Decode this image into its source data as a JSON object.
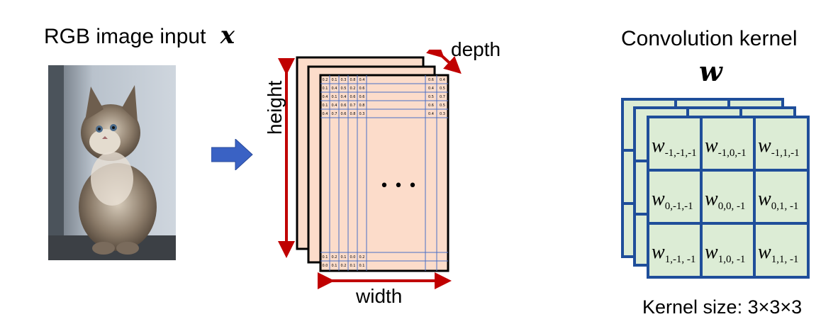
{
  "left": {
    "title": "RGB image input",
    "symbol": "x"
  },
  "tensor": {
    "depth_label": "depth",
    "height_label": "height",
    "width_label": "width",
    "ellipsis": "• • •",
    "top_rows": [
      [
        "0.2",
        "0.1",
        "0.3",
        "0.8",
        "0.4",
        "0.6",
        "0.4"
      ],
      [
        "0.1",
        "0.4",
        "0.5",
        "0.2",
        "0.6",
        "0.4",
        "0.5"
      ],
      [
        "0.4",
        "0.1",
        "0.4",
        "0.6",
        "0.6",
        "0.5",
        "0.7"
      ],
      [
        "0.1",
        "0.4",
        "0.6",
        "0.7",
        "0.8",
        "0.6",
        "0.5"
      ],
      [
        "0.4",
        "0.7",
        "0.6",
        "0.8",
        "0.3",
        "0.4",
        "0.3"
      ]
    ],
    "bottom_rows": [
      [
        "0.1",
        "0.2",
        "0.1",
        "0.0",
        "0.2"
      ],
      [
        "0.0",
        "0.1",
        "0.2",
        "0.1",
        "0.1"
      ]
    ]
  },
  "kernel": {
    "title": "Convolution kernel",
    "symbol": "w",
    "size_label": "Kernel size: 3×3×3",
    "cells": [
      [
        {
          "base": "w",
          "sub": "-1,-1,-1"
        },
        {
          "base": "w",
          "sub": "-1,0,-1"
        },
        {
          "base": "w",
          "sub": "-1,1,-1"
        }
      ],
      [
        {
          "base": "w",
          "sub": "0,-1,-1"
        },
        {
          "base": "w",
          "sub": "0,0, -1"
        },
        {
          "base": "w",
          "sub": "0,1, -1"
        }
      ],
      [
        {
          "base": "w",
          "sub": "1,-1, -1"
        },
        {
          "base": "w",
          "sub": "1,0, -1"
        },
        {
          "base": "w",
          "sub": "1,1, -1"
        }
      ]
    ]
  },
  "colors": {
    "tensor_fill": "#fcdcca",
    "grid_line": "#4a6fc7",
    "arrow_red": "#c00000",
    "arrow_blue": "#3a62c4",
    "kernel_fill": "#dcecd5",
    "kernel_border": "#1f4e9a"
  },
  "icons": {
    "kitten_photo": "kitten-image",
    "flow_arrow": "right-arrow-icon"
  }
}
